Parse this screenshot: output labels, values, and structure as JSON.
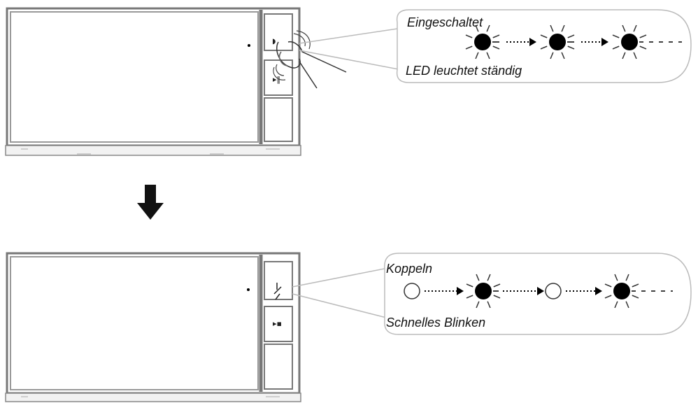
{
  "panel_top": {
    "label_top": "Eingeschaltet",
    "label_bottom": "LED leuchtet ständig",
    "sequence": [
      "on",
      "on",
      "on"
    ]
  },
  "panel_bottom": {
    "label_top": "Koppeln",
    "label_bottom": "Schnelles Blinken",
    "sequence": [
      "off",
      "on",
      "off",
      "on"
    ]
  },
  "colors": {
    "line": "#555555",
    "frame": "#777777",
    "led_on": "#000000",
    "led_off": "#ffffff",
    "bubble": "#bbbbbb"
  },
  "icons": [
    "device-outline",
    "finger-press-icon",
    "led-indicator-icon",
    "down-arrow-icon",
    "pair-button-icon"
  ]
}
